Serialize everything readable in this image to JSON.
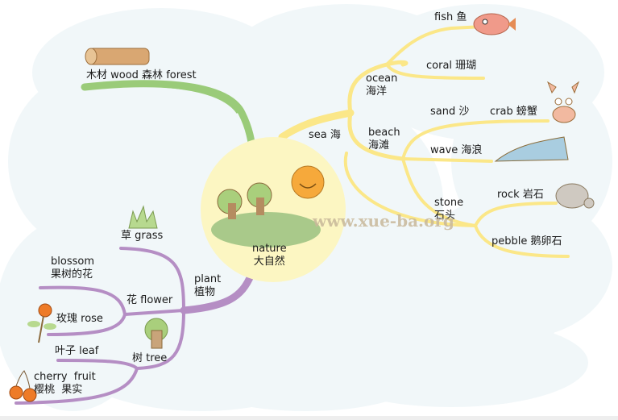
{
  "center": {
    "en": "nature",
    "zh": "大自然"
  },
  "colors": {
    "background_cloud": "#f1f7f9",
    "center_circle": "#fcf6c2",
    "forest_branch": "#9acb79",
    "sea_branch": "#fbe788",
    "plant_branch": "#b58ec4",
    "watermark": "#c8b89a"
  },
  "branches": {
    "forest": {
      "label": "木材 wood   森林 forest",
      "icon": "log-icon"
    },
    "sea": {
      "label": "sea 海",
      "ocean": {
        "en": "ocean",
        "zh": "海洋",
        "children": [
          {
            "label": "fish 鱼",
            "icon": "fish-icon"
          },
          {
            "label": "coral 珊瑚"
          }
        ]
      },
      "beach": {
        "en": "beach",
        "zh": "海滩",
        "children": [
          {
            "label": "sand 沙"
          },
          {
            "label": "crab 螃蟹",
            "icon": "crab-icon"
          },
          {
            "label": "wave 海浪",
            "icon": "wave-icon"
          }
        ]
      },
      "stone": {
        "en": "stone",
        "zh": "石头",
        "children": [
          {
            "label": "rock 岩石",
            "icon": "rock-icon"
          },
          {
            "label": "pebble 鹅卵石"
          }
        ]
      }
    },
    "plant": {
      "en": "plant",
      "zh": "植物",
      "grass": {
        "label": "草 grass",
        "icon": "grass-icon"
      },
      "flower": {
        "label": "花 flower",
        "children": [
          {
            "en": "blossom",
            "zh": "果树的花"
          },
          {
            "label": "玫瑰 rose",
            "icon": "rose-icon"
          }
        ]
      },
      "tree": {
        "label": "树 tree",
        "icon": "tree-icon",
        "children": [
          {
            "label": "叶子 leaf"
          },
          {
            "en": "cherry  fruit",
            "zh": "樱桃  果实",
            "icon": "cherry-icon"
          }
        ]
      }
    }
  },
  "watermark": "www.xue-ba.org"
}
